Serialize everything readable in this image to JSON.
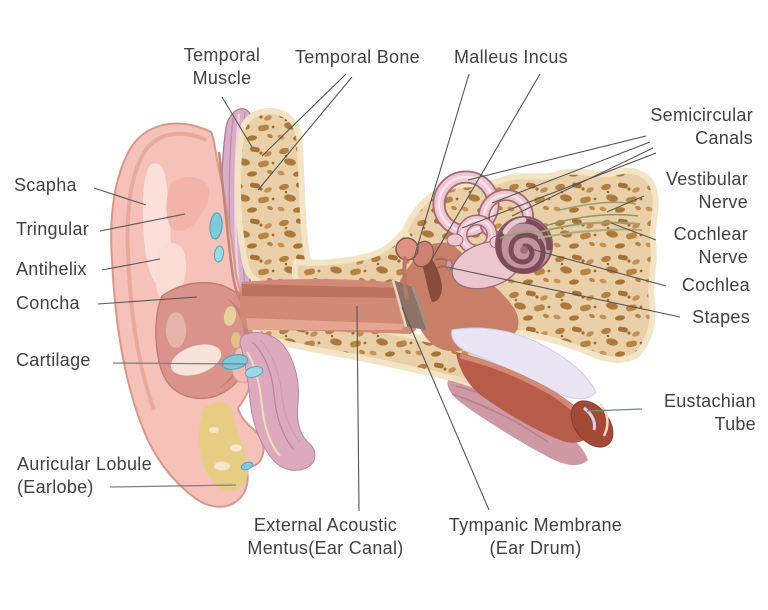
{
  "diagram": {
    "title": "Human Ear Anatomy Diagram",
    "labels": {
      "temporal_muscle": {
        "text": "Temporal\nMuscle"
      },
      "temporal_bone": {
        "text": "Temporal Bone"
      },
      "malleus_incus": {
        "text": "Malleus Incus"
      },
      "semicircular_canals": {
        "text": "Semicircular\nCanals"
      },
      "vestibular_nerve": {
        "text": "Vestibular\nNerve"
      },
      "cochlear_nerve": {
        "text": "Cochlear\nNerve"
      },
      "cochlea": {
        "text": "Cochlea"
      },
      "stapes": {
        "text": "Stapes"
      },
      "eustachian_tube": {
        "text": "Eustachian\nTube"
      },
      "scapha": {
        "text": "Scapha"
      },
      "tringular": {
        "text": "Tringular"
      },
      "antihelix": {
        "text": "Antihelix"
      },
      "concha": {
        "text": "Concha"
      },
      "cartilage": {
        "text": "Cartilage"
      },
      "auricular_lobule": {
        "text": "Auricular Lobule\n(Earlobe)"
      },
      "external_acoustic_meatus": {
        "text": "External Acoustic\nMentus(Ear Canal)"
      },
      "tympanic_membrane": {
        "text": "Tympanic Membrane\n(Ear Drum)"
      }
    },
    "colors": {
      "background": "#ffffff",
      "label_text": "#414141",
      "leader_line": "#555555",
      "leader_muted": "#75847f",
      "bone_fill": "#ead0a8",
      "bone_speckle": "#b07a3e",
      "bone_cortex": "#f3e4c6",
      "skin_pink": "#f5c1b8",
      "concha_pink": "#d9938b",
      "muscle_mauve": "#d9aec7",
      "canal_salmon": "#d08a77",
      "membrane_taupe": "#8e7265",
      "inner_ear_pink": "#f1c5d0",
      "cochlea_mauve": "#c293a1",
      "eustachian_brick": "#b65c49",
      "eustachian_lumen": "#e9e5f5",
      "cartilage_blue": "#7ec9da",
      "fat_yellow": "#e7cc84",
      "nerve_olive": "#9aa06e"
    }
  }
}
